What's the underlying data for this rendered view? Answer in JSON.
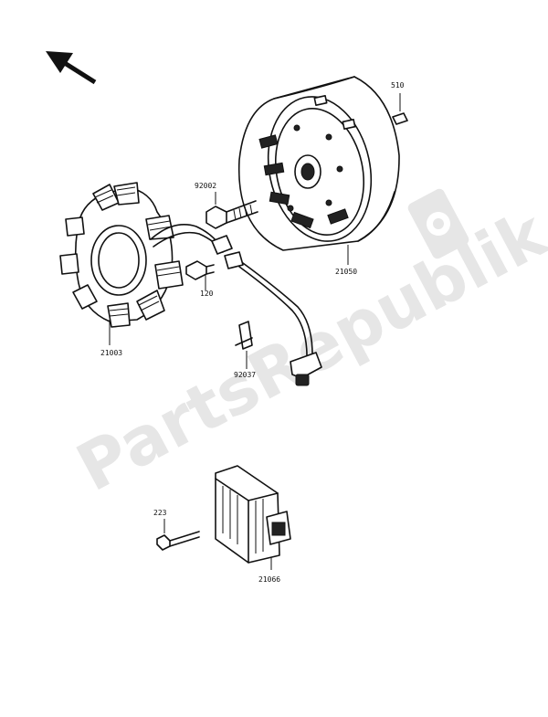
{
  "watermark": {
    "text": "PartsRepublik"
  },
  "parts": {
    "flywheel_rotor": "21050",
    "key": "510",
    "flywheel_bolt": "92002",
    "stator_bolt": "120",
    "stator_coil": "21003",
    "clamp": "92037",
    "regulator_bolt": "223",
    "regulator": "21066"
  },
  "icons": {
    "direction_arrow": "direction-arrow-icon",
    "gear_logo": "gear-icon"
  }
}
